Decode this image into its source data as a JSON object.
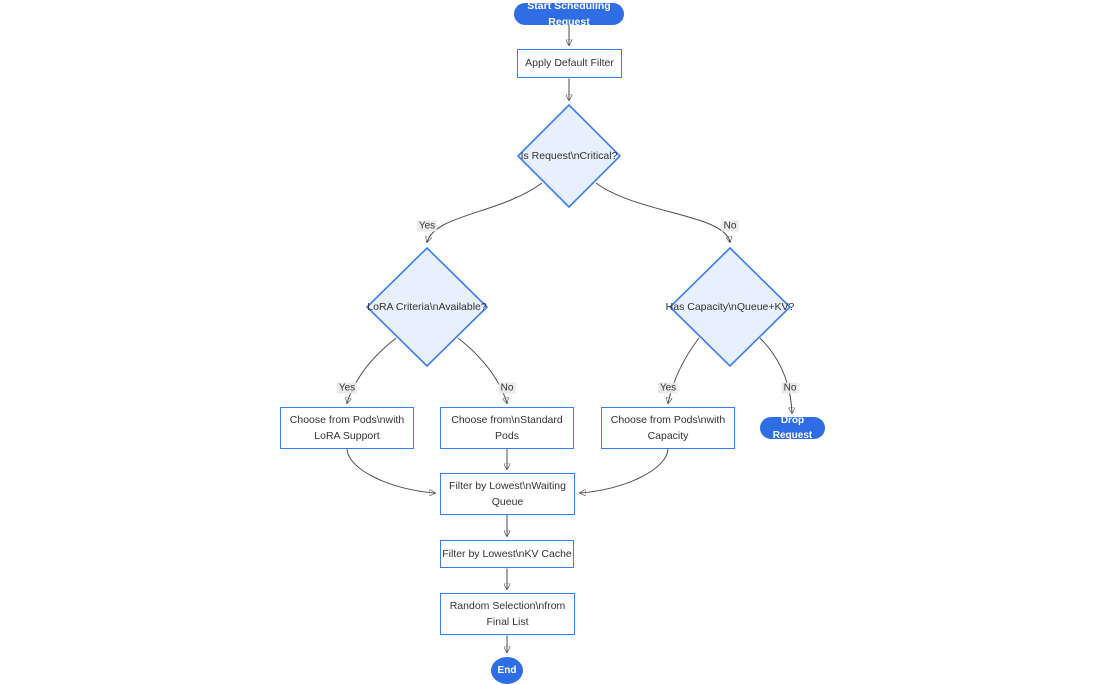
{
  "nodes": {
    "start": {
      "label": "Start Scheduling Request"
    },
    "apply_filter": {
      "label": "Apply Default Filter"
    },
    "is_critical": {
      "label": "Is Request\\nCritical?"
    },
    "lora_criteria": {
      "label": "LoRA Criteria\\nAvailable?"
    },
    "has_capacity": {
      "label": "Has Capacity\\nQueue+KV?"
    },
    "choose_lora_pods": {
      "line1": "Choose from Pods\\nwith",
      "line2": "LoRA Support"
    },
    "choose_standard_pods": {
      "line1": "Choose from\\nStandard",
      "line2": "Pods"
    },
    "choose_capacity_pods": {
      "line1": "Choose from Pods\\nwith",
      "line2": "Capacity"
    },
    "drop_request": {
      "label": "Drop Request"
    },
    "filter_waiting_queue": {
      "line1": "Filter by Lowest\\nWaiting",
      "line2": "Queue"
    },
    "filter_kv_cache": {
      "label": "Filter by Lowest\\nKV Cache"
    },
    "random_selection": {
      "line1": "Random Selection\\nfrom",
      "line2": "Final List"
    },
    "end": {
      "label": "End"
    }
  },
  "edge_labels": {
    "critical_yes": "Yes",
    "critical_no": "No",
    "lora_yes": "Yes",
    "lora_no": "No",
    "capacity_yes": "Yes",
    "capacity_no": "No"
  },
  "colors": {
    "accent_blue": "#2e6de4",
    "node_border": "#3b7df0",
    "diamond_fill": "#e7f0fc",
    "edge_stroke": "#4d4d4d"
  }
}
